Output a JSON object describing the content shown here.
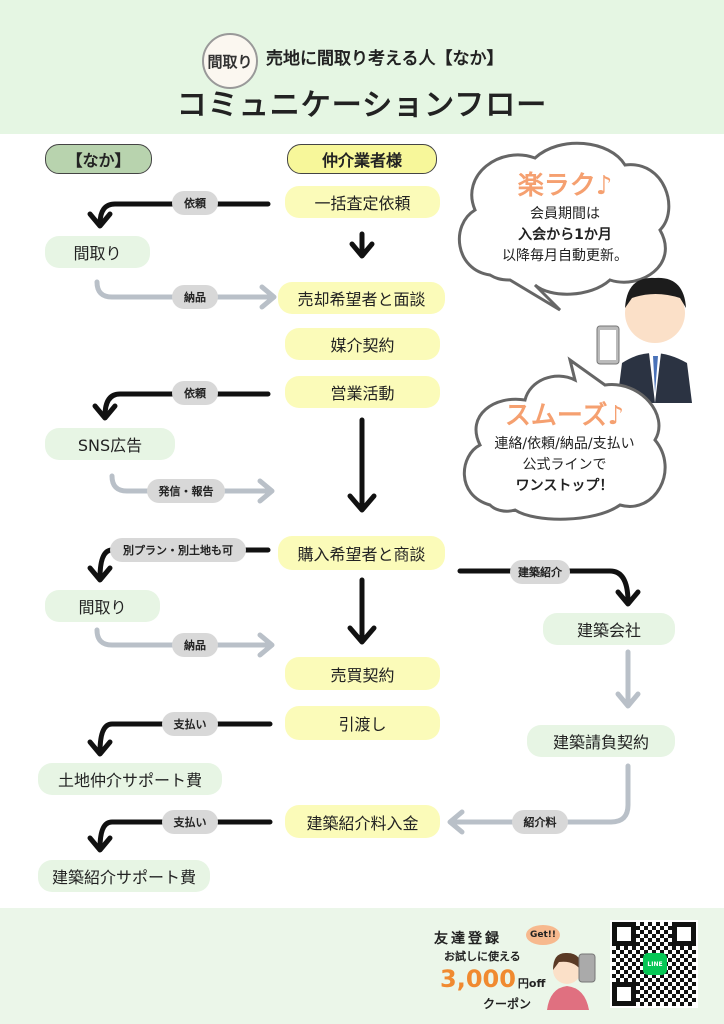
{
  "header": {
    "logo_text": "間取り",
    "subtitle": "売地に間取り考える人【なか】",
    "title": "コミュニケーションフロー"
  },
  "columns": {
    "left": "【なか】",
    "center": "仲介業者様"
  },
  "center_steps": [
    "一括査定依頼",
    "売却希望者と面談",
    "媒介契約",
    "営業活動",
    "購入希望者と商談",
    "売買契約",
    "引渡し",
    "建築紹介料入金"
  ],
  "left_steps": [
    "間取り",
    "SNS広告",
    "間取り",
    "土地仲介サポート費",
    "建築紹介サポート費"
  ],
  "right_steps": [
    "建築会社",
    "建築請負契約"
  ],
  "labels": {
    "l1": "依頼",
    "l2": "納品",
    "l3": "依頼",
    "l4": "発信・報告",
    "l5": "別プラン・別土地も可",
    "l6": "納品",
    "l7": "支払い",
    "l8": "支払い",
    "r1": "建築紹介",
    "r2": "紹介料"
  },
  "bubble1": {
    "heading": "楽ラク♪",
    "line1": "会員期間は",
    "line2": "入会から1か月",
    "line3": "以降毎月自動更新。"
  },
  "bubble2": {
    "heading": "スムーズ♪",
    "line1": "連絡/依頼/納品/支払い",
    "line2": "公式ラインで",
    "line3": "ワンストップ！"
  },
  "footer": {
    "line1": "友達登録",
    "line2": "お試しに使える",
    "amount": "3,000",
    "unit": "円off",
    "line4": "クーポン",
    "get": "Get!!",
    "qr_badge": "LINE"
  },
  "colors": {
    "header_bg": "#e5f6e3",
    "yellow": "#fbfbb9",
    "green": "#e7f5e4",
    "accent": "#f08a30"
  }
}
